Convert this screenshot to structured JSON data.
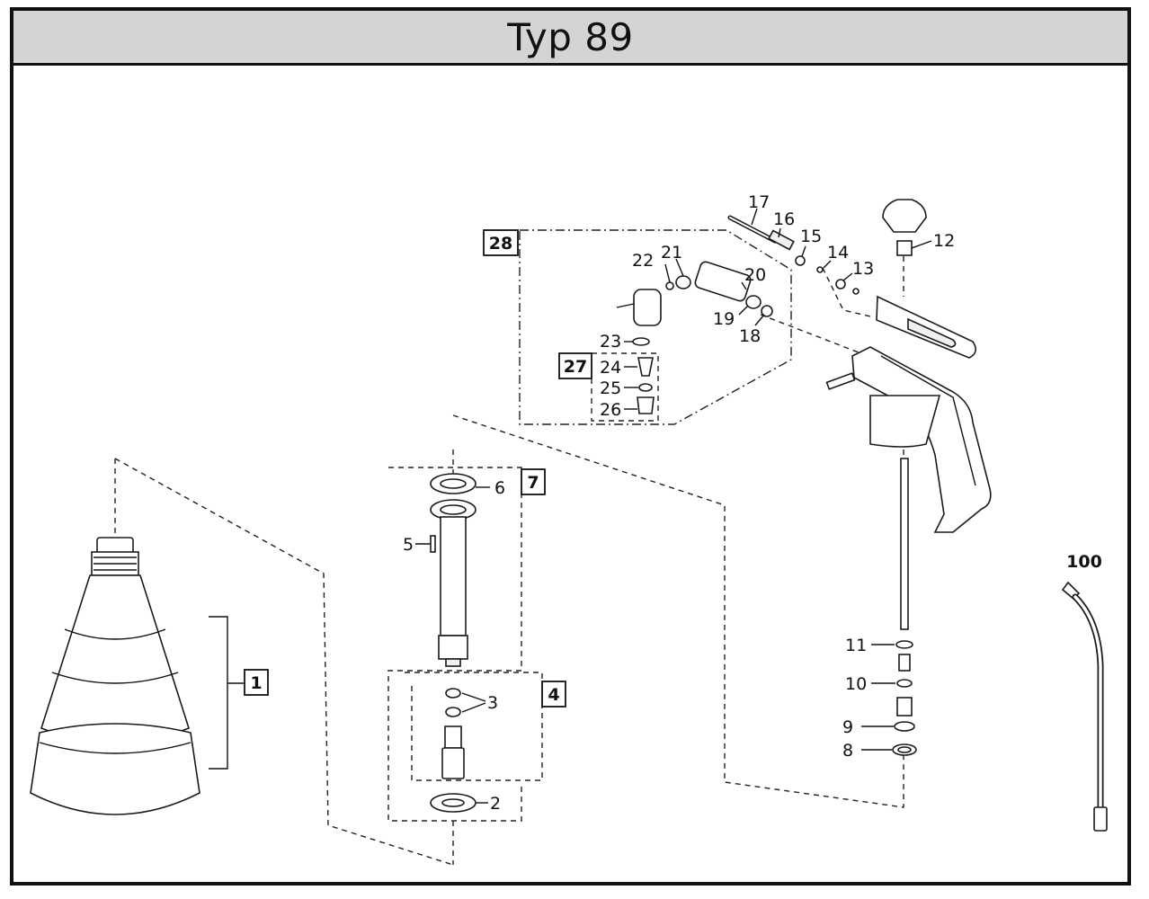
{
  "title": "Typ 89",
  "labels": {
    "p1": "1",
    "p2": "2",
    "p3": "3",
    "p4": "4",
    "p5": "5",
    "p6": "6",
    "p7": "7",
    "p8": "8",
    "p9": "9",
    "p10": "10",
    "p11": "11",
    "p12": "12",
    "p13": "13",
    "p14": "14",
    "p15": "15",
    "p16": "16",
    "p17": "17",
    "p18": "18",
    "p19": "19",
    "p20": "20",
    "p21": "21",
    "p22": "22",
    "p23": "23",
    "p24": "24",
    "p25": "25",
    "p26": "26",
    "p27": "27",
    "p28": "28",
    "p100": "100"
  },
  "colors": {
    "line": "#111111",
    "title_bar": "#d4d4d4",
    "background": "#ffffff"
  }
}
